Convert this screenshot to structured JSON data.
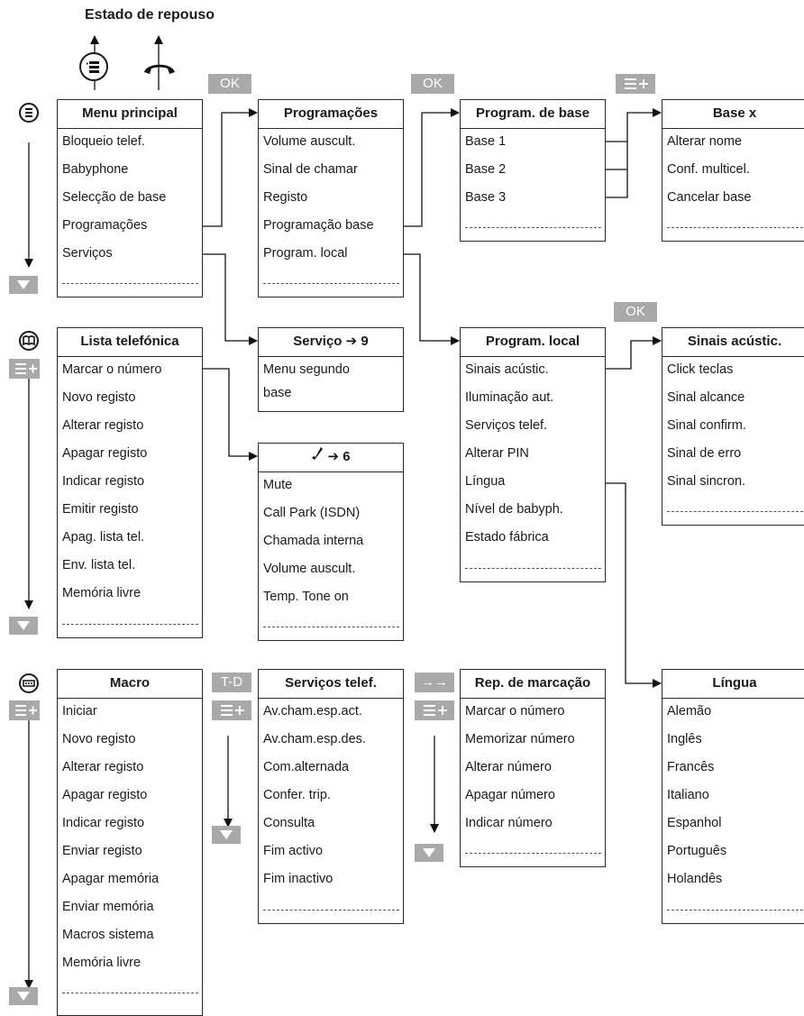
{
  "heading": "Estado de repouso",
  "keys": {
    "ok1": "OK",
    "ok2": "OK",
    "ok3": "OK",
    "td": "T-D",
    "arrows": "→→"
  },
  "menus": {
    "menu_principal": {
      "title": "Menu principal",
      "items": [
        "Bloqueio telef.",
        "Babyphone",
        "Selecção de base",
        "Programações",
        "Serviços"
      ]
    },
    "programacoes": {
      "title": "Programações",
      "items": [
        "Volume auscult.",
        "Sinal de chamar",
        "Registo",
        "Programação base",
        "Program. local"
      ]
    },
    "program_base": {
      "title": "Program. de base",
      "items": [
        "Base 1",
        "Base 2",
        "Base 3"
      ]
    },
    "base_x": {
      "title": "Base x",
      "items": [
        "Alterar nome",
        "Conf. multicel.",
        "Cancelar base"
      ]
    },
    "lista_telefonica": {
      "title": "Lista telefónica",
      "items": [
        "Marcar o número",
        "Novo registo",
        "Alterar registo",
        "Apagar registo",
        "Indicar registo",
        "Emitir registo",
        "Apag. lista tel.",
        "Env. lista tel.",
        "Memória livre"
      ]
    },
    "servico": {
      "title": "Serviço",
      "title_suffix": "9",
      "items": [
        "Menu segundo",
        "base"
      ]
    },
    "call": {
      "title_suffix": "6",
      "items": [
        "Mute",
        "Call Park (ISDN)",
        "Chamada interna",
        "Volume auscult.",
        "Temp. Tone on"
      ]
    },
    "program_local": {
      "title": "Program. local",
      "items": [
        "Sinais acústic.",
        "Iluminação aut.",
        "Serviços telef.",
        "Alterar PIN",
        "Língua",
        "Nível de babyph.",
        "Estado fábrica"
      ]
    },
    "sinais": {
      "title": "Sinais acústic.",
      "items": [
        "Click teclas",
        "Sinal alcance",
        "Sinal confirm.",
        "Sinal de erro",
        "Sinal sincron."
      ]
    },
    "macro": {
      "title": "Macro",
      "items": [
        "Iniciar",
        "Novo registo",
        "Alterar registo",
        "Apagar registo",
        "Indicar registo",
        "Enviar registo",
        "Apagar memória",
        "Enviar memória",
        "Macros sistema",
        "Memória livre"
      ]
    },
    "servicos_telef": {
      "title": "Serviços telef.",
      "items": [
        "Av.cham.esp.act.",
        "Av.cham.esp.des.",
        "Com.alternada",
        "Confer. trip.",
        "Consulta",
        "Fim activo",
        "Fim inactivo"
      ]
    },
    "rep_marcacao": {
      "title": "Rep. de marcação",
      "items": [
        "Marcar o número",
        "Memorizar número",
        "Alterar número",
        "Apagar número",
        "Indicar número"
      ]
    },
    "lingua": {
      "title": "Língua",
      "items": [
        "Alemão",
        "Inglês",
        "Francês",
        "Italiano",
        "Espanhol",
        "Português",
        "Holandês"
      ]
    }
  }
}
